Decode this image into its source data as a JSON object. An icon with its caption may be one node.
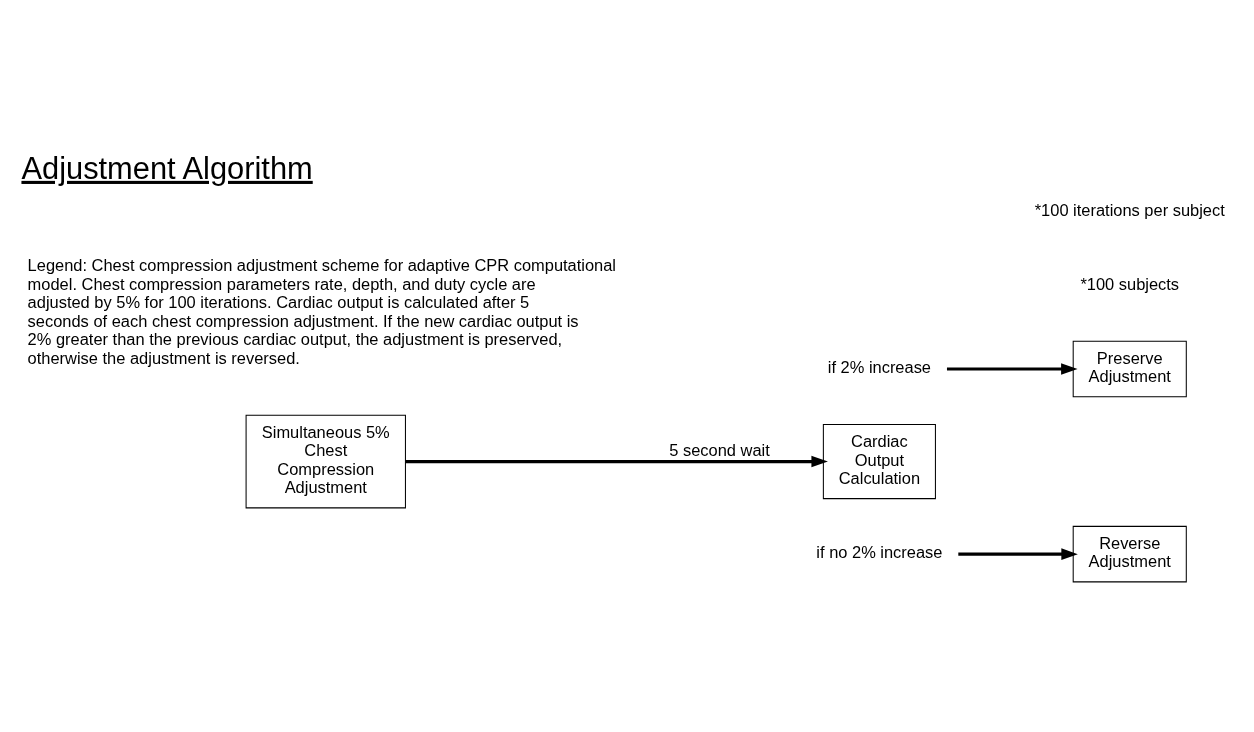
{
  "diagram": {
    "title": "Adjustment Algorithm",
    "caption": "Legend: Chest compression adjustment scheme for adaptive CPR computational model. Chest compression parameters rate, depth, and duty cycle are adjusted by 5% for 100 iterations. Cardiac output is calculated after 5 seconds of each chest compression adjustment. If the new cardiac output is 2% greater than the previous cardiac output, the adjustment is preserved, otherwise the adjustment is reversed.",
    "nodes": [
      {
        "text": [
          "Simultaneous 5% Chest Compression Adjustment"
        ]
      },
      {
        "text": [
          "Cardiac Output Calculation"
        ]
      },
      {
        "text": [
          "if 2% increase"
        ]
      },
      {
        "text": [
          "Preserve Adjustment"
        ]
      },
      {
        "text": [
          "if no 2% increase"
        ]
      },
      {
        "text": [
          "Reverse Adjustment"
        ]
      }
    ],
    "edges": [
      {
        "from": 0,
        "to": 1,
        "arrow": "to",
        "label": "5 second wait"
      },
      {
        "from": 2,
        "to": 3,
        "arrow": "to"
      },
      {
        "from": 4,
        "to": 5,
        "arrow": "to"
      }
    ],
    "labels": [
      "*100 subjects",
      "*100 iterations per subject"
    ]
  }
}
